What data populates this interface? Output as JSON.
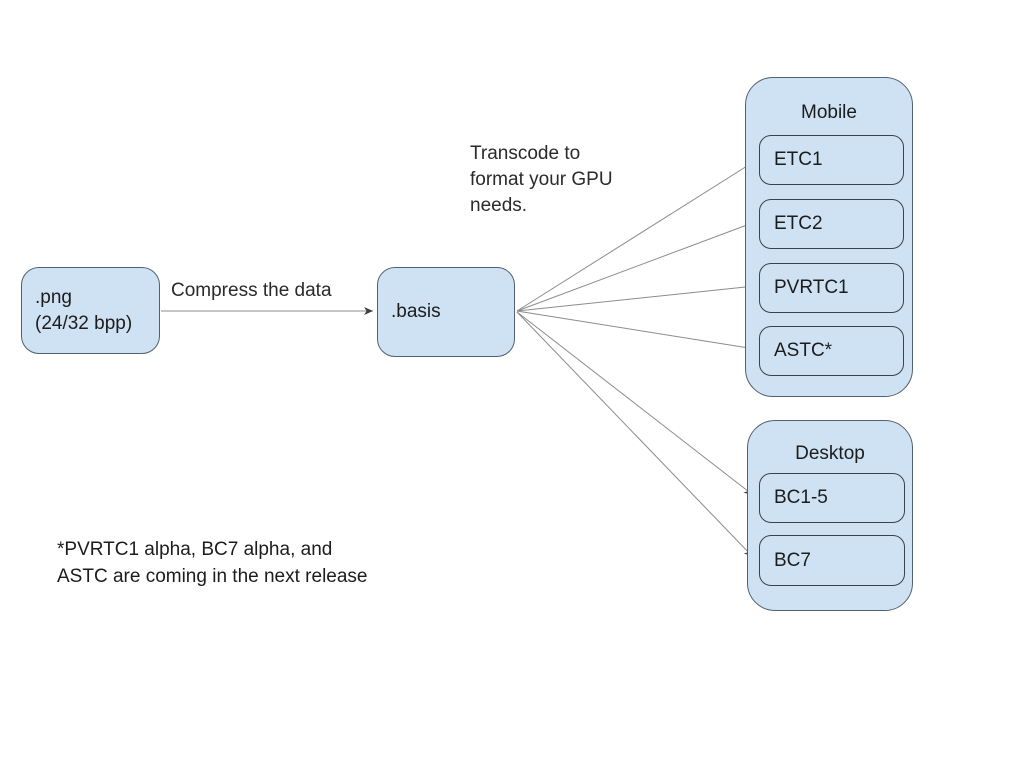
{
  "diagram": {
    "nodes": {
      "png": {
        "label": ".png\n(24/32 bpp)"
      },
      "basis": {
        "label": ".basis"
      }
    },
    "annotations": {
      "compress": "Compress the data",
      "transcode": "Transcode to\nformat your GPU\nneeds.",
      "footnote": "*PVRTC1 alpha, BC7 alpha, and\nASTC are coming in the next release"
    },
    "groups": {
      "mobile": {
        "title": "Mobile",
        "items": [
          {
            "label": "ETC1"
          },
          {
            "label": "ETC2"
          },
          {
            "label": "PVRTC1"
          },
          {
            "label": "ASTC*"
          }
        ]
      },
      "desktop": {
        "title": "Desktop",
        "items": [
          {
            "label": "BC1-5"
          },
          {
            "label": "BC7"
          }
        ]
      }
    },
    "colors": {
      "node_fill": "#cfe2f3",
      "node_border": "#52616f",
      "inner_box_border": "#37434d",
      "arrow_line": "#8c8c8c",
      "arrow_head": "#3c3c3c",
      "text": "#1c1c1c",
      "background": "#ffffff"
    }
  }
}
